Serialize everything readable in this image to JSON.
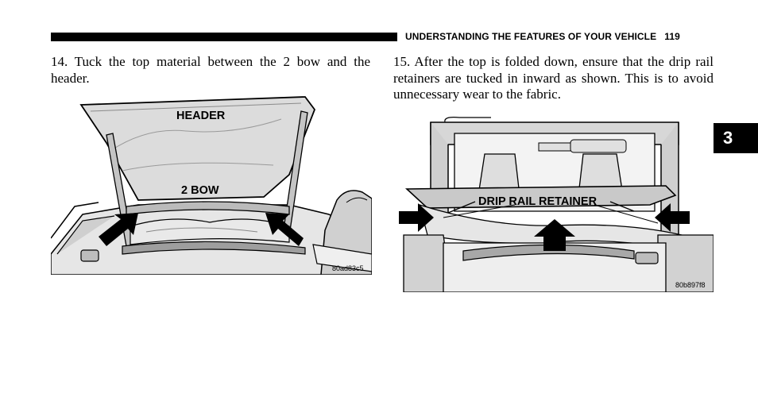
{
  "header": {
    "running_title": "UNDERSTANDING THE FEATURES OF YOUR VEHICLE",
    "page_number": "119"
  },
  "section_tab": "3",
  "steps": [
    {
      "text": "14. Tuck the top material between the 2 bow and the header."
    },
    {
      "text": "15. After the top is folded down, ensure that the drip rail retainers are tucked in inward as shown. This is to avoid unnecessary wear to the fabric."
    }
  ],
  "figures": [
    {
      "labels": {
        "header": "HEADER",
        "bow": "2 BOW"
      },
      "code": "80ad83c5"
    },
    {
      "labels": {
        "drip_rail": "DRIP RAIL RETAINER"
      },
      "code": "80b897f8"
    }
  ],
  "colors": {
    "ink": "#000000",
    "paper": "#ffffff",
    "shade": "#cfcfcf"
  }
}
